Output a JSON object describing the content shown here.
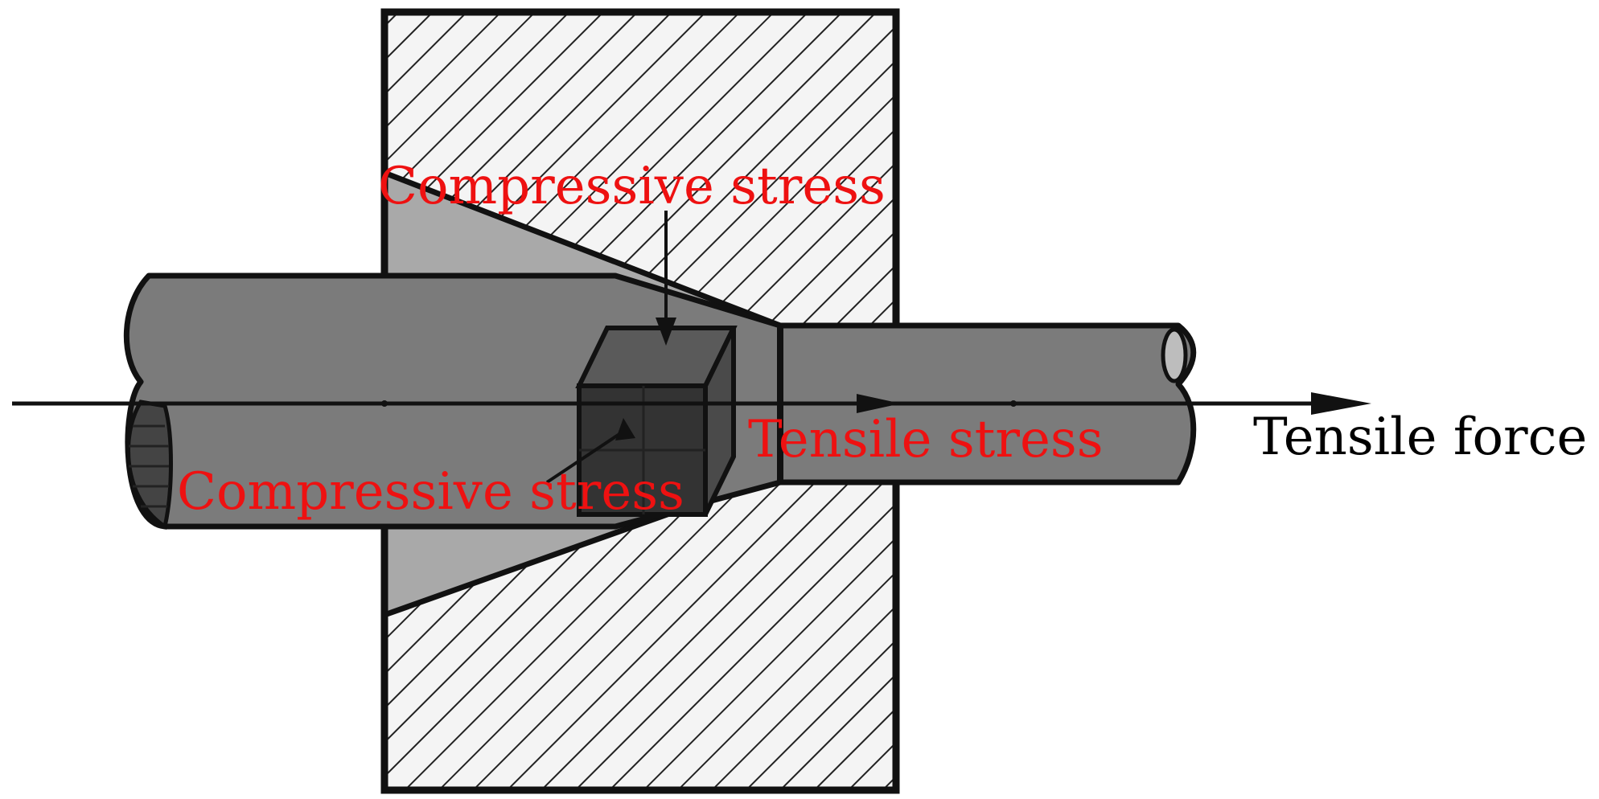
{
  "labels": {
    "compressive_stress_top": "Compressive stress",
    "compressive_stress_bottom": "Compressive stress",
    "tensile_stress": "Tensile stress",
    "tensile_force": "Tensile force"
  },
  "colors": {
    "stress_label": "#ee1111",
    "force_label": "#000000",
    "rod": "#7b7b7b",
    "rod_dark": "#555555",
    "die_cavity": "#a9a9a9",
    "element_cube": "#3a3a3a",
    "outline": "#111111"
  },
  "icons": {
    "die": "hatched-die-block",
    "rod": "drawn-rod",
    "element": "stress-element-cube",
    "axis": "centerline-arrow"
  }
}
